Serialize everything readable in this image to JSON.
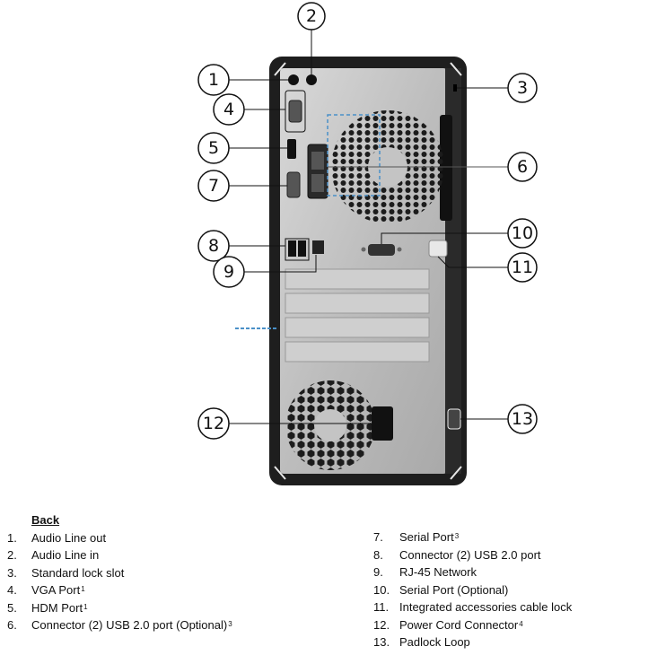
{
  "diagram": {
    "title": "Back",
    "subject": "desktop tower rear panel",
    "accent_color": "#4a90c8",
    "callouts": [
      {
        "number": "1",
        "target": "audio-line-out-port"
      },
      {
        "number": "2",
        "target": "audio-line-in-port"
      },
      {
        "number": "3",
        "target": "standard-lock-slot"
      },
      {
        "number": "4",
        "target": "vga-port"
      },
      {
        "number": "5",
        "target": "hdmi-port"
      },
      {
        "number": "6",
        "target": "optional-usb-ports"
      },
      {
        "number": "7",
        "target": "serial-port"
      },
      {
        "number": "8",
        "target": "usb-ports"
      },
      {
        "number": "9",
        "target": "rj45-port"
      },
      {
        "number": "10",
        "target": "optional-serial-port"
      },
      {
        "number": "11",
        "target": "accessories-cable-lock"
      },
      {
        "number": "12",
        "target": "power-cord-connector"
      },
      {
        "number": "13",
        "target": "padlock-loop"
      }
    ]
  },
  "legend": {
    "heading": "Back",
    "left": [
      {
        "num": "1.",
        "label": "Audio Line out",
        "sup": ""
      },
      {
        "num": "2.",
        "label": "Audio Line in",
        "sup": ""
      },
      {
        "num": "3.",
        "label": "Standard lock slot",
        "sup": ""
      },
      {
        "num": "4.",
        "label": "VGA Port",
        "sup": "1"
      },
      {
        "num": "5.",
        "label": "HDM Port",
        "sup": "1"
      },
      {
        "num": "6.",
        "label": "Connector (2) USB 2.0 port (Optional)",
        "sup": "3"
      }
    ],
    "right": [
      {
        "num": "7.",
        "label": "Serial Port",
        "sup": "3"
      },
      {
        "num": "8.",
        "label": "Connector (2) USB 2.0 port",
        "sup": ""
      },
      {
        "num": "9.",
        "label": "RJ-45 Network",
        "sup": ""
      },
      {
        "num": "10.",
        "label": "Serial Port (Optional)",
        "sup": ""
      },
      {
        "num": "11.",
        "label": "Integrated accessories cable lock",
        "sup": ""
      },
      {
        "num": "12.",
        "label": "Power Cord Connector",
        "sup": "4"
      },
      {
        "num": "13.",
        "label": "Padlock Loop",
        "sup": ""
      }
    ]
  }
}
